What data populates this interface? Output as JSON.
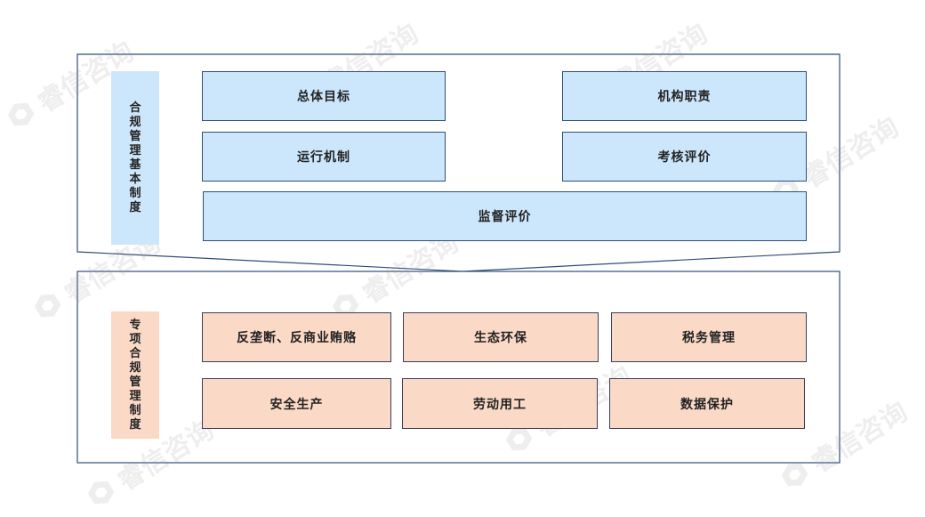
{
  "top_section": {
    "label": "合规管理基本制度",
    "items": [
      "总体目标",
      "机构职责",
      "运行机制",
      "考核评价",
      "监督评价"
    ]
  },
  "bottom_section": {
    "label": "专项合规管理制度",
    "items": [
      "反垄断、反商业贿赂",
      "生态环保",
      "税务管理",
      "安全生产",
      "劳动用工",
      "数据保护"
    ]
  },
  "watermark": {
    "text": "睿信咨询"
  },
  "colors": {
    "outline": "#2f4e7a",
    "top_fill": "#cce6fb",
    "bottom_fill": "#fad9c6"
  }
}
